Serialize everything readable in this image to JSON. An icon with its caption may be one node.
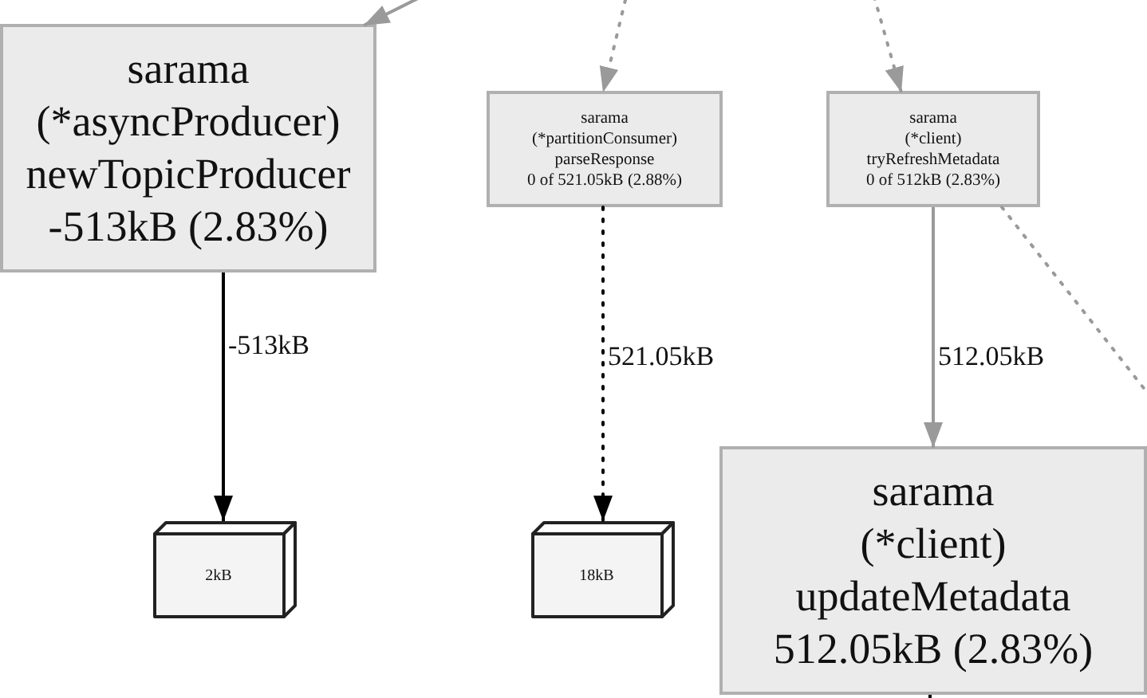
{
  "diagram": {
    "nodes": [
      {
        "text": [
          "sarama",
          "(*asyncProducer)",
          "newTopicProducer",
          "-513kB (2.83%)"
        ]
      },
      {
        "text": [
          "sarama",
          "(*partitionConsumer)",
          "parseResponse",
          "0 of 521.05kB (2.88%)"
        ]
      },
      {
        "text": [
          "sarama",
          "(*client)",
          "tryRefreshMetadata",
          "0 of 512kB (2.83%)"
        ]
      },
      {
        "text": [
          "2kB"
        ]
      },
      {
        "text": [
          "18kB"
        ]
      },
      {
        "text": [
          "sarama",
          "(*client)",
          "updateMetadata",
          "512.05kB (2.83%)"
        ]
      }
    ],
    "edges": [
      {
        "from": null,
        "to": 0,
        "arrow": "to"
      },
      {
        "from": null,
        "to": 1,
        "arrow": "to",
        "style": "dashed"
      },
      {
        "from": null,
        "to": 2,
        "arrow": "to",
        "style": "dashed"
      },
      {
        "from": 0,
        "to": 3,
        "arrow": "to",
        "label": "-513kB",
        "color": "#000000"
      },
      {
        "from": 1,
        "to": 4,
        "arrow": "to",
        "label": "521.05kB",
        "style": "dashed",
        "color": "#000000"
      },
      {
        "from": 2,
        "to": 5,
        "arrow": "to",
        "label": "512.05kB"
      },
      {
        "from": 2,
        "to": null,
        "arrow": "none",
        "style": "dashed"
      },
      {
        "from": 5,
        "to": null,
        "arrow": "none",
        "color": "#000000"
      }
    ]
  }
}
